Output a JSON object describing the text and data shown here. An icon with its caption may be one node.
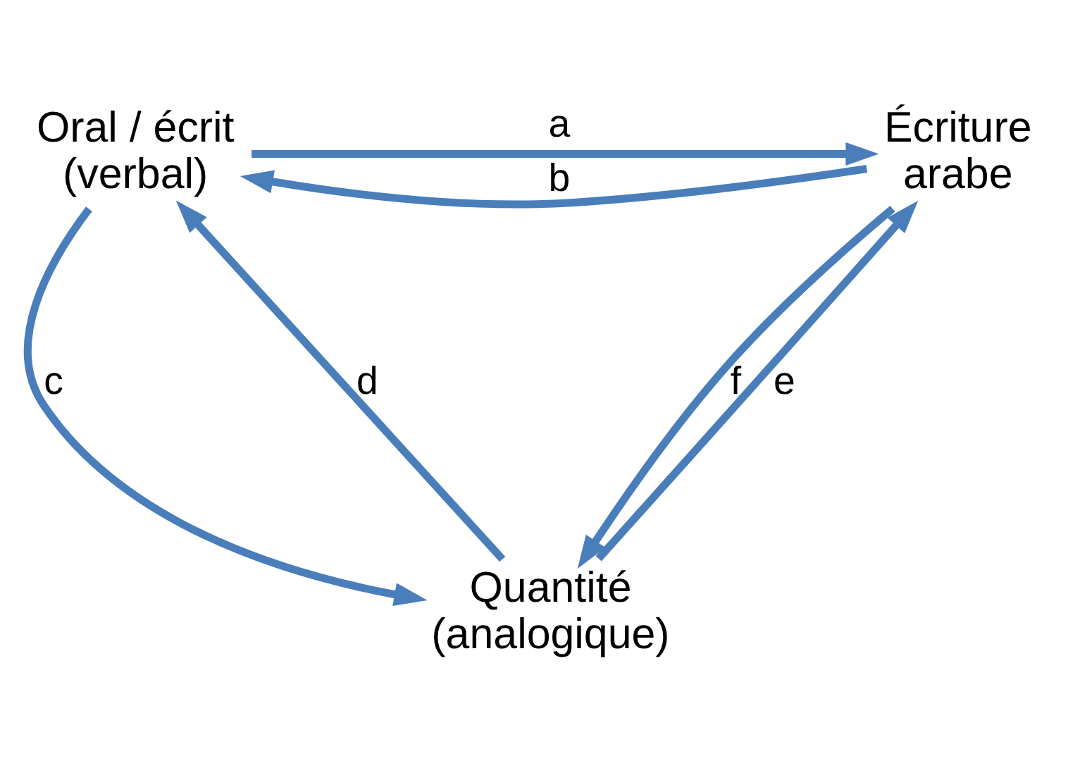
{
  "diagram": {
    "nodes": [
      {
        "text": [
          "Oral / écrit (verbal)"
        ]
      },
      {
        "text": [
          "Écriture arabe"
        ]
      },
      {
        "text": [
          "Quantité (analogique)"
        ]
      }
    ],
    "edges": [
      {
        "from": 0,
        "to": 1,
        "arrow": "to",
        "label": "a"
      },
      {
        "from": 1,
        "to": 0,
        "arrow": "to",
        "label": "b"
      },
      {
        "from": 0,
        "to": 2,
        "arrow": "to",
        "label": "c"
      },
      {
        "from": 2,
        "to": 0,
        "arrow": "to",
        "label": "d"
      },
      {
        "from": 2,
        "to": 1,
        "arrow": "to",
        "label": "e"
      },
      {
        "from": 1,
        "to": 2,
        "arrow": "to",
        "label": "f"
      }
    ]
  }
}
